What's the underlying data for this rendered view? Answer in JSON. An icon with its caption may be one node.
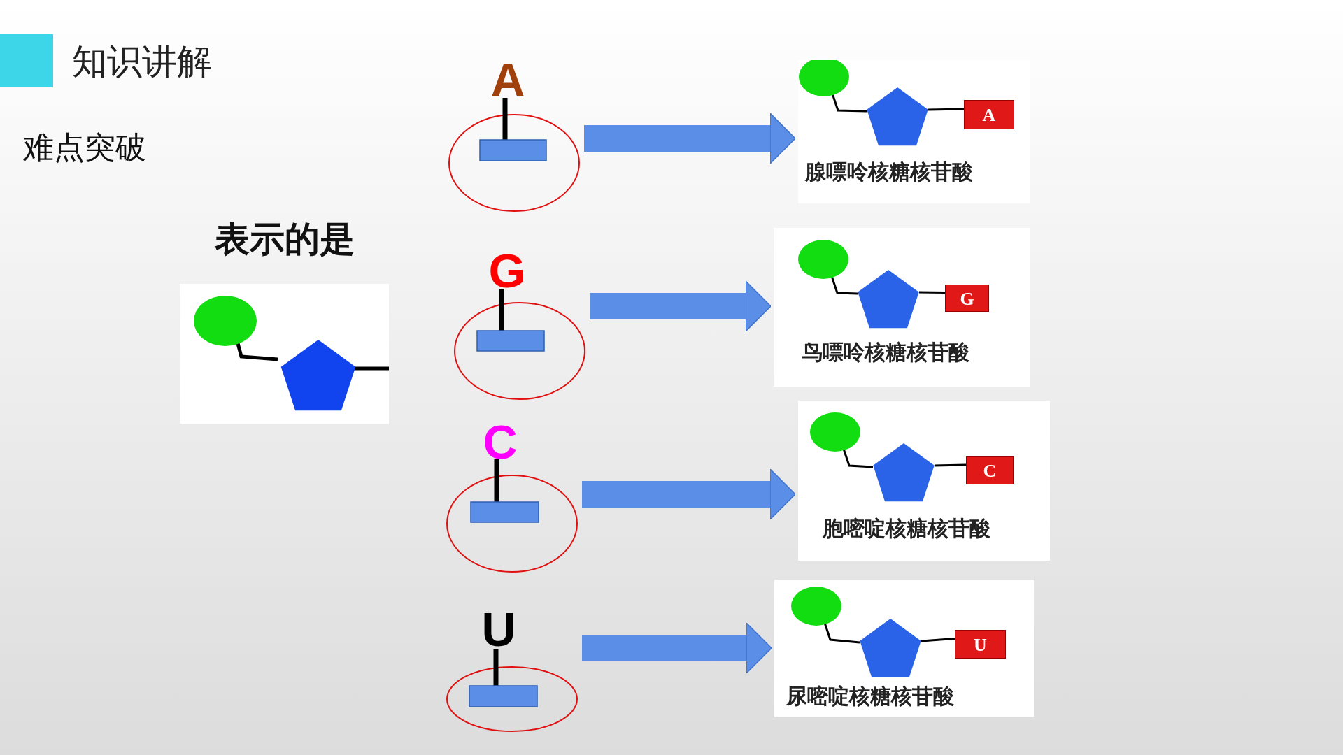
{
  "diagram": {
    "title": "知识讲解",
    "nodes": [
      {
        "text": [
          "A"
        ]
      },
      {
        "text": [
          "G"
        ]
      },
      {
        "text": [
          "C"
        ]
      },
      {
        "text": [
          "U"
        ]
      },
      {
        "text": [
          "A",
          "腺嘌呤核糖核苷酸"
        ]
      },
      {
        "text": [
          "G",
          "鸟嘌呤核糖核苷酸"
        ]
      },
      {
        "text": [
          "C",
          "胞嘧啶核糖核苷酸"
        ]
      },
      {
        "text": [
          "U",
          "尿嘧啶核糖核苷酸"
        ]
      }
    ],
    "edges": [
      {
        "from": 0,
        "to": 4,
        "arrow": "to"
      },
      {
        "from": 1,
        "to": 5,
        "arrow": "to"
      },
      {
        "from": 2,
        "to": 6,
        "arrow": "to"
      },
      {
        "from": 3,
        "to": 7,
        "arrow": "to"
      }
    ],
    "labels": [
      "难点突破",
      "表示的是"
    ]
  }
}
